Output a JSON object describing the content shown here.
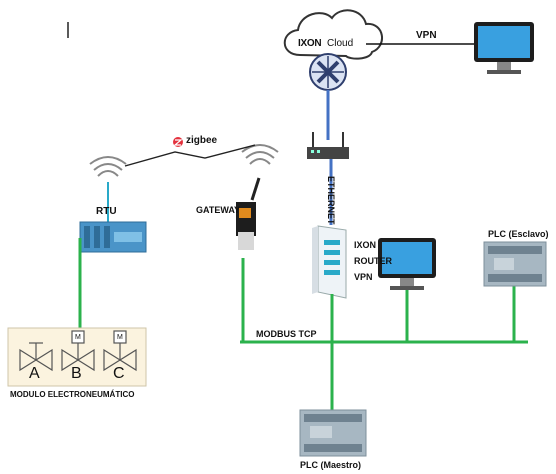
{
  "cloud": {
    "brand": "IXON",
    "sub": "Cloud"
  },
  "links": {
    "vpn": "VPN",
    "ethernet": "ETHERNET",
    "modbus": "MODBUS TCP",
    "wireless": "zigbee"
  },
  "devices": {
    "rtu": "RTU",
    "gateway": "GATEWAY",
    "router": [
      "IXON",
      "ROUTER",
      "VPN"
    ],
    "plc_slave": "PLC (Esclavo)",
    "plc_master": "PLC (Maestro)"
  },
  "module": {
    "title": "MODULO ELECTRONEUMÁTICO",
    "valves": [
      {
        "letter": "A",
        "tag": ""
      },
      {
        "letter": "B",
        "tag": "M"
      },
      {
        "letter": "C",
        "tag": "M"
      }
    ]
  },
  "colors": {
    "green": "#2bb24c",
    "blue": "#4472c4",
    "cyan": "#29a9c8",
    "cloud": "#ffffff",
    "module_bg": "#fbf3df"
  }
}
